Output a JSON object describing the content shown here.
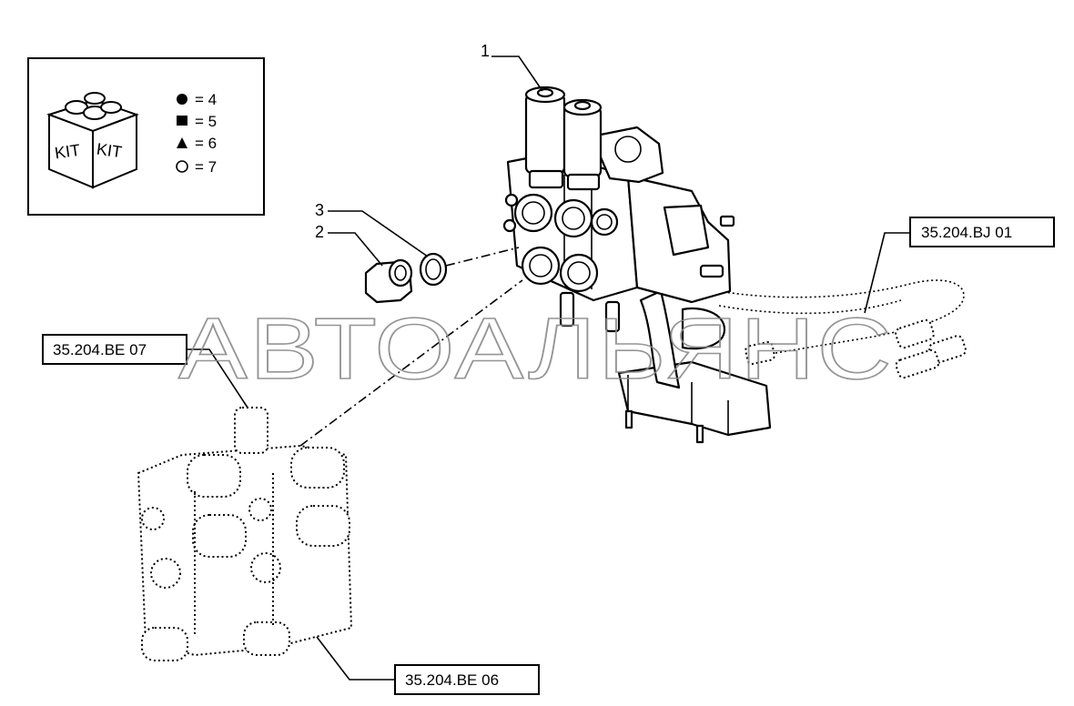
{
  "kit_legend": {
    "kit_labels": [
      "KIT",
      "KIT"
    ],
    "entries": [
      {
        "symbol": "filled-circle",
        "text": "= 4"
      },
      {
        "symbol": "filled-square",
        "text": "= 5"
      },
      {
        "symbol": "filled-triangle",
        "text": "= 6"
      },
      {
        "symbol": "open-circle",
        "text": "= 7"
      }
    ]
  },
  "reference_boxes": {
    "bj01": "35.204.BJ 01",
    "be07": "35.204.BE 07",
    "be06": "35.204.BE 06"
  },
  "part_numbers": {
    "p1": "1",
    "p2": "2",
    "p3": "3"
  },
  "watermark": "АВТОАЛЬЯНС"
}
